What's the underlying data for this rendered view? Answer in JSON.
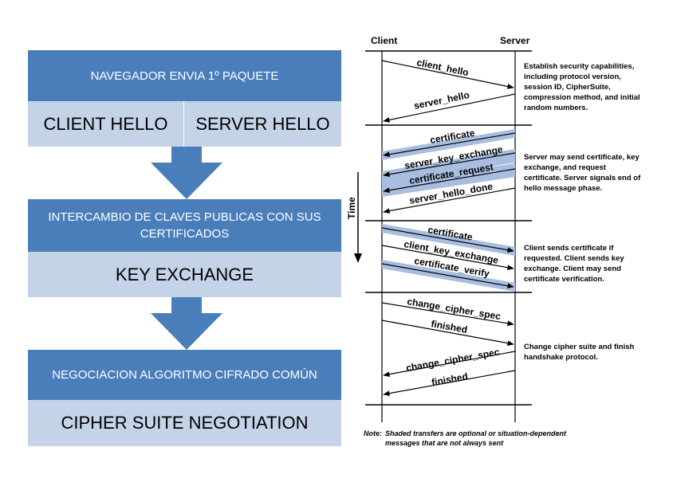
{
  "left": {
    "step1": {
      "header": "NAVEGADOR ENVIA 1º PAQUETE",
      "left_label": "CLIENT HELLO",
      "right_label": "SERVER HELLO"
    },
    "step2": {
      "header": "INTERCAMBIO DE CLAVES PUBLICAS CON SUS CERTIFICADOS",
      "label": "KEY EXCHANGE"
    },
    "step3": {
      "header": "NEGOCIACION ALGORITMO CIFRADO COMÚN",
      "label": "CIPHER SUITE NEGOTIATION"
    }
  },
  "right": {
    "client_label": "Client",
    "server_label": "Server",
    "time_label": "Time",
    "messages": {
      "client_hello": "client_hello",
      "server_hello": "server_hello",
      "certificate_s": "certificate",
      "server_key_exchange": "server_key_exchange",
      "certificate_request": "certificate_request",
      "server_hello_done": "server_hello_done",
      "certificate_c": "certificate",
      "client_key_exchange": "client_key_exchange",
      "certificate_verify": "certificate_verify",
      "change_cipher_spec_c": "change_cipher_spec",
      "finished_c": "finished",
      "change_cipher_spec_s": "change_cipher_spec",
      "finished_s": "finished"
    },
    "descriptions": {
      "phase1": "Establish security capabilities, including protocol version, session ID, CipherSuite, compression method, and initial random numbers.",
      "phase2": "Server may send certificate, key exchange, and request certificate. Server signals end of hello message phase.",
      "phase3": "Client sends certificate if requested. Client sends key exchange. Client may send certificate verification.",
      "phase4": "Change cipher suite and finish handshake protocol."
    },
    "note_label": "Note:",
    "note_text": "Shaded transfers are optional or situation-dependent messages that are not always sent",
    "colors": {
      "shade": "#a8bde0"
    }
  }
}
